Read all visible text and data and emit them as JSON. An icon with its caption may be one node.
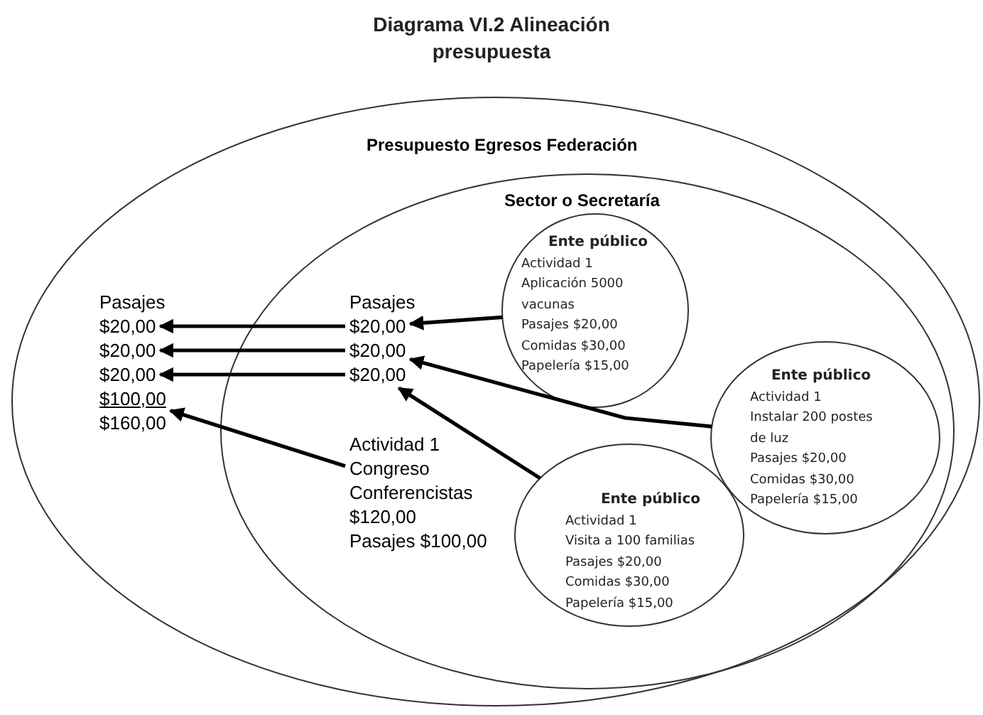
{
  "diagram": {
    "title": "Diagrama VI.2 Alineación presupuesta",
    "nodes": [
      {
        "text": [
          "Presupuesto Egresos Federación"
        ]
      },
      {
        "text": [
          "Sector o Secretaría"
        ],
        "in": 0
      },
      {
        "text": [
          "$20,00"
        ],
        "in": 0
      },
      {
        "text": [
          "$20,00"
        ],
        "in": 0
      },
      {
        "text": [
          "$20,00"
        ],
        "in": 0
      },
      {
        "text": [
          "$100,00"
        ],
        "in": 0
      },
      {
        "text": [
          "$20,00"
        ],
        "in": 1
      },
      {
        "text": [
          "$20,00"
        ],
        "in": 1
      },
      {
        "text": [
          "$20,00"
        ],
        "in": 1
      },
      {
        "text": [
          "Actividad 1",
          "Congreso Conferencistas",
          "$120,00",
          "Pasajes $100,00"
        ],
        "in": 1
      },
      {
        "text": [
          "Ente público",
          "Actividad 1",
          "Aplicación 5000 vacunas",
          "Pasajes $20,00",
          "Comidas $30,00",
          "Papelería $15,00"
        ],
        "in": 1
      },
      {
        "text": [
          "Ente público",
          "Actividad 1",
          "Instalar 200 postes de luz",
          "Pasajes $20,00",
          "Comidas $30,00",
          "Papelería $15,00"
        ],
        "in": 1
      },
      {
        "text": [
          "Ente público",
          "Actividad 1",
          "Visita a 100 familias",
          "Pasajes $20,00",
          "Comidas $30,00",
          "Papelería $15,00"
        ],
        "in": 1
      }
    ],
    "edges": [
      {
        "from": 6,
        "to": 2,
        "arrow": "to"
      },
      {
        "from": 7,
        "to": 3,
        "arrow": "to"
      },
      {
        "from": 8,
        "to": 4,
        "arrow": "to"
      },
      {
        "from": 9,
        "to": 5,
        "arrow": "to"
      },
      {
        "from": 10,
        "to": 6,
        "arrow": "to"
      },
      {
        "from": 11,
        "to": 7,
        "arrow": "to"
      },
      {
        "from": 12,
        "to": 8,
        "arrow": "to"
      }
    ],
    "labels": [
      "Pasajes",
      "$160,00",
      "Pasajes"
    ]
  }
}
